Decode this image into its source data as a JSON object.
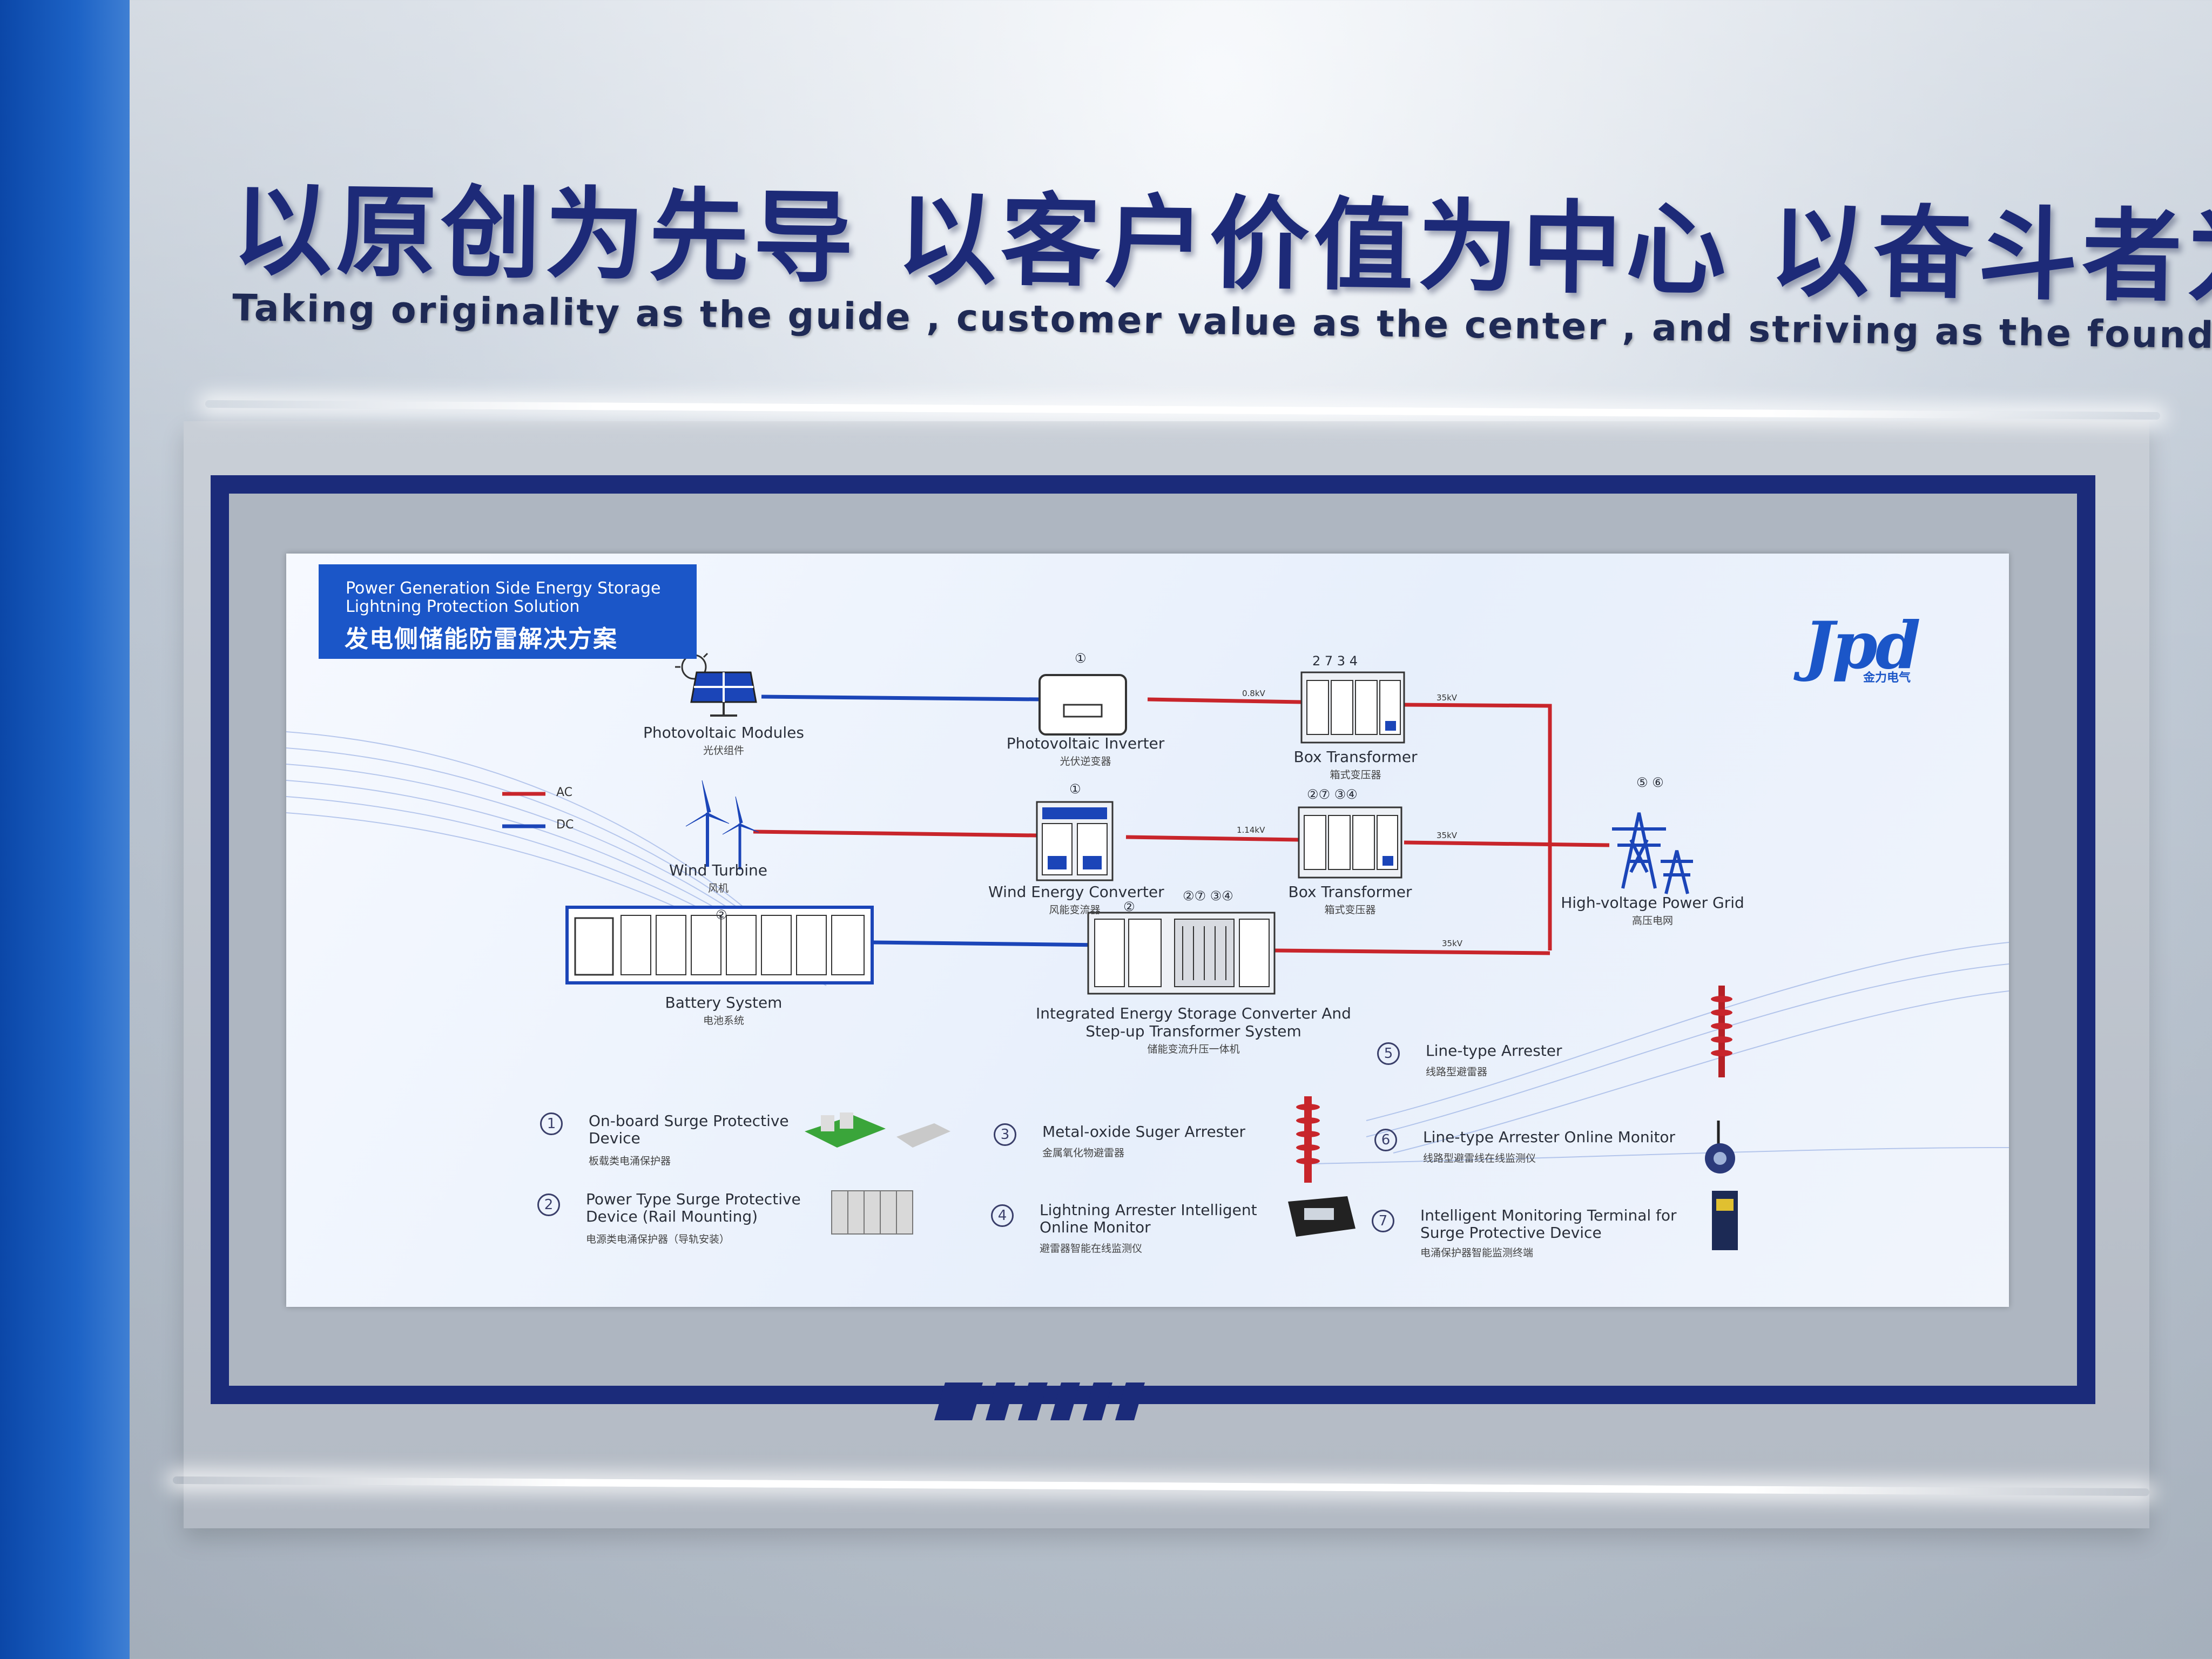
{
  "slogan": {
    "chinese": "以原创为先导 以客户价值为中心 以奋斗者为本",
    "english": "Taking originality as the guide , customer value as the center , and striving as the foundation"
  },
  "board": {
    "title_en": "Power Generation Side Energy Storage Lightning Protection Solution",
    "title_cn": "发电侧储能防雷解决方案",
    "logo_text": "Jpd",
    "logo_sub": "金力电气",
    "legend": {
      "ac": "AC",
      "dc": "DC"
    },
    "nodes": {
      "pv_modules": {
        "en": "Photovoltaic Modules",
        "cn": "光伏组件"
      },
      "pv_inverter": {
        "en": "Photovoltaic Inverter",
        "cn": "光伏逆变器",
        "tag": "①"
      },
      "box_transformer_1": {
        "en": "Box Transformer",
        "cn": "箱式变压器",
        "tag": "2 7   3 4"
      },
      "wind_turbine": {
        "en": "Wind Turbine",
        "cn": "风机",
        "tag": "②"
      },
      "wind_converter": {
        "en": "Wind Energy Converter",
        "cn": "风能变流器",
        "tag": "①"
      },
      "box_transformer_2": {
        "en": "Box Transformer",
        "cn": "箱式变压器",
        "tag": "②⑦ ③④"
      },
      "grid": {
        "en": "High-voltage Power Grid",
        "cn": "高压电网",
        "tag": "⑤ ⑥"
      },
      "battery": {
        "en": "Battery System",
        "cn": "电池系统"
      },
      "integrated": {
        "en_line1": "Integrated Energy Storage Converter And",
        "en_line2": "Step-up Transformer System",
        "cn": "储能变流升压一体机",
        "tag": "②",
        "tag2": "②⑦  ③④"
      }
    },
    "voltages": {
      "v1": "0.8kV",
      "v2": "35kV",
      "v3": "1.14kV",
      "v4": "35kV",
      "v5": "35kV"
    },
    "items": [
      {
        "num": "1",
        "en_line1": "On-board Surge Protective",
        "en_line2": "Device",
        "cn": "板载类电涌保护器"
      },
      {
        "num": "2",
        "en_line1": "Power Type Surge Protective",
        "en_line2": "Device (Rail Mounting)",
        "cn": "电源类电涌保护器（导轨安装）"
      },
      {
        "num": "3",
        "en_line1": "Metal-oxide Suger Arrester",
        "en_line2": "",
        "cn": "金属氧化物避雷器"
      },
      {
        "num": "4",
        "en_line1": "Lightning Arrester Intelligent",
        "en_line2": "Online Monitor",
        "cn": "避雷器智能在线监测仪"
      },
      {
        "num": "5",
        "en_line1": "Line-type Arrester",
        "en_line2": "",
        "cn": "线路型避雷器"
      },
      {
        "num": "6",
        "en_line1": "Line-type Arrester Online Monitor",
        "en_line2": "",
        "cn": "线路型避雷线在线监测仪"
      },
      {
        "num": "7",
        "en_line1": "Intelligent Monitoring Terminal for",
        "en_line2": "Surge Protective Device",
        "cn": "电涌保护器智能监测终端"
      }
    ],
    "colors": {
      "ac_line": "#c8252b",
      "dc_line": "#1b45b8",
      "brand": "#1b56c8",
      "frame": "#1b2b7a"
    }
  }
}
